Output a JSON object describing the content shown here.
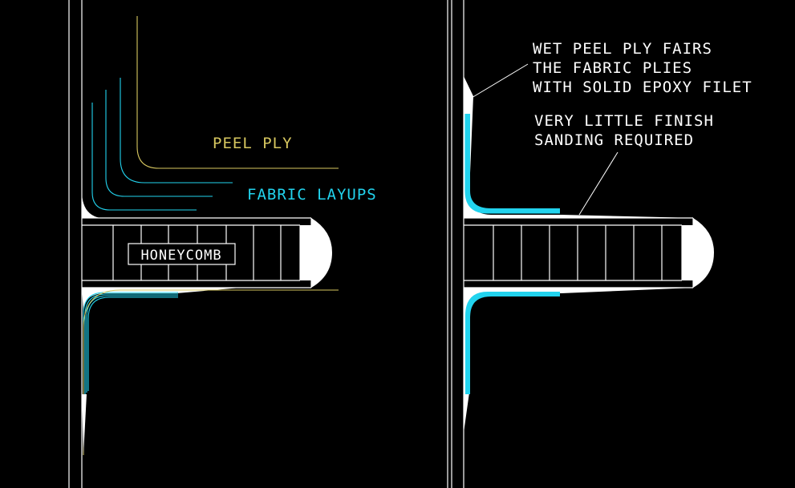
{
  "colors": {
    "background": "#000000",
    "structure": "#ffffff",
    "fabric": "#22d3ee",
    "peel_ply": "#d8c860",
    "text_white": "#ffffff",
    "text_yellow": "#d8c860",
    "text_cyan": "#22d3ee"
  },
  "left_panel": {
    "label_peel_ply": "PEEL PLY",
    "label_fabric": "FABRIC LAYUPS",
    "label_core": "HONEYCOMB"
  },
  "right_panel": {
    "note_1": [
      "WET PEEL PLY FAIRS",
      "THE FABRIC PLIES",
      "WITH SOLID EPOXY FILET"
    ],
    "note_2": [
      "VERY LITTLE FINISH",
      "SANDING REQUIRED"
    ]
  }
}
